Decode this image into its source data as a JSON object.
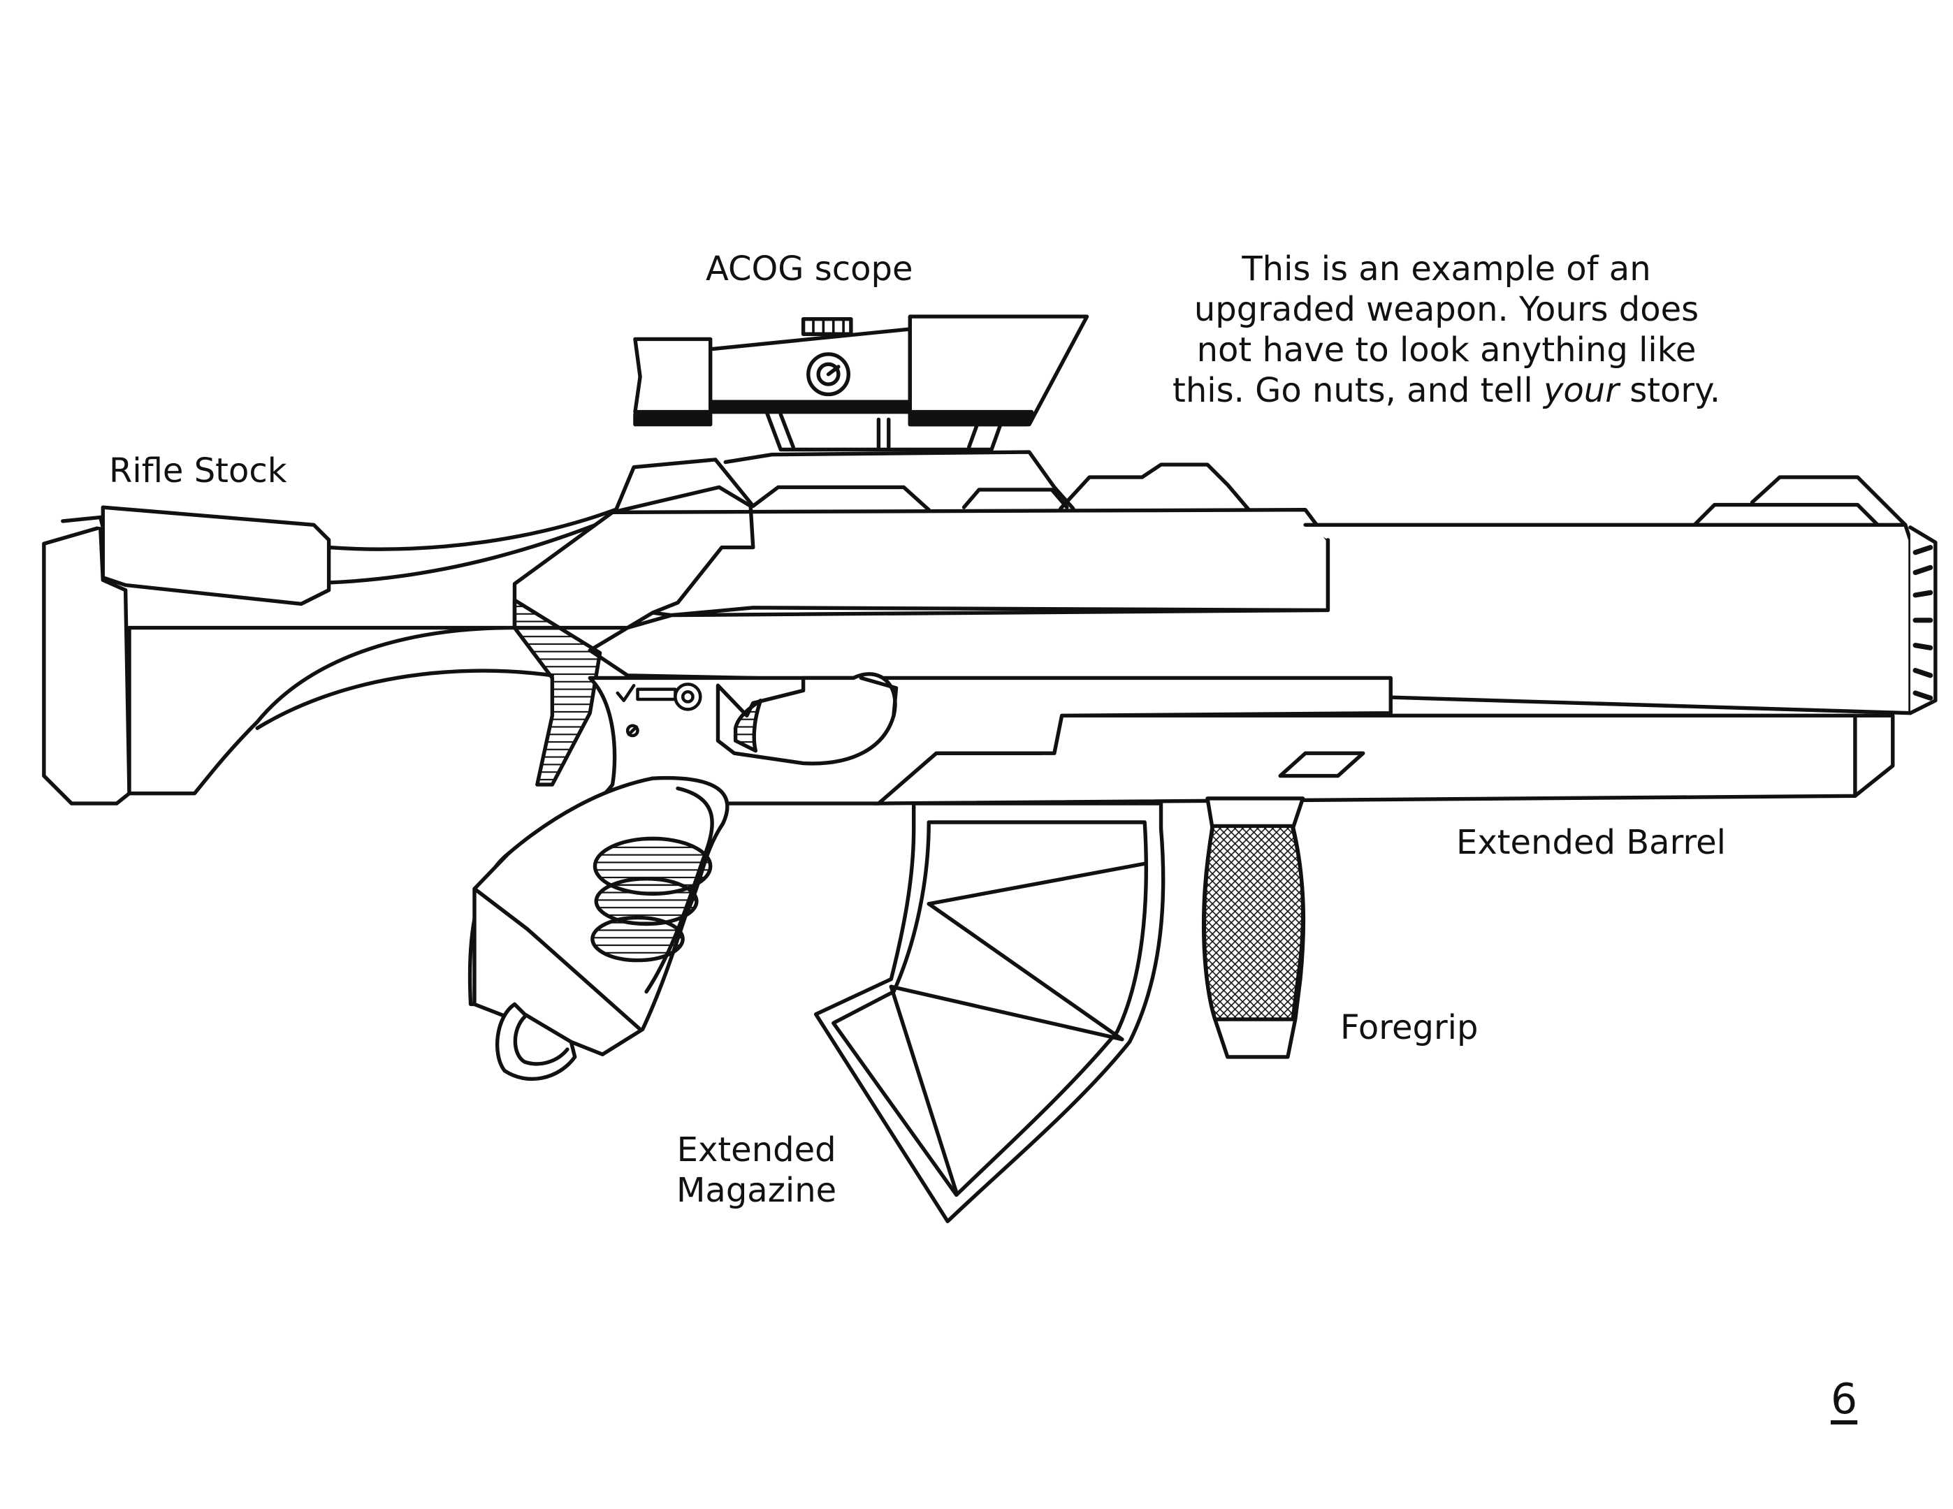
{
  "labels": {
    "acog": "ACOG scope",
    "stock": "Rifle Stock",
    "barrel": "Extended Barrel",
    "foregrip": "Foregrip",
    "magazine_line1": "Extended",
    "magazine_line2": "Magazine"
  },
  "caption": {
    "line1": "This is an example of an",
    "line2": "upgraded weapon. Yours does",
    "line3": "not have to look anything like",
    "line4_before": "this. Go nuts, and tell ",
    "line4_italic": "your",
    "line4_after": " story."
  },
  "page_number": "6"
}
